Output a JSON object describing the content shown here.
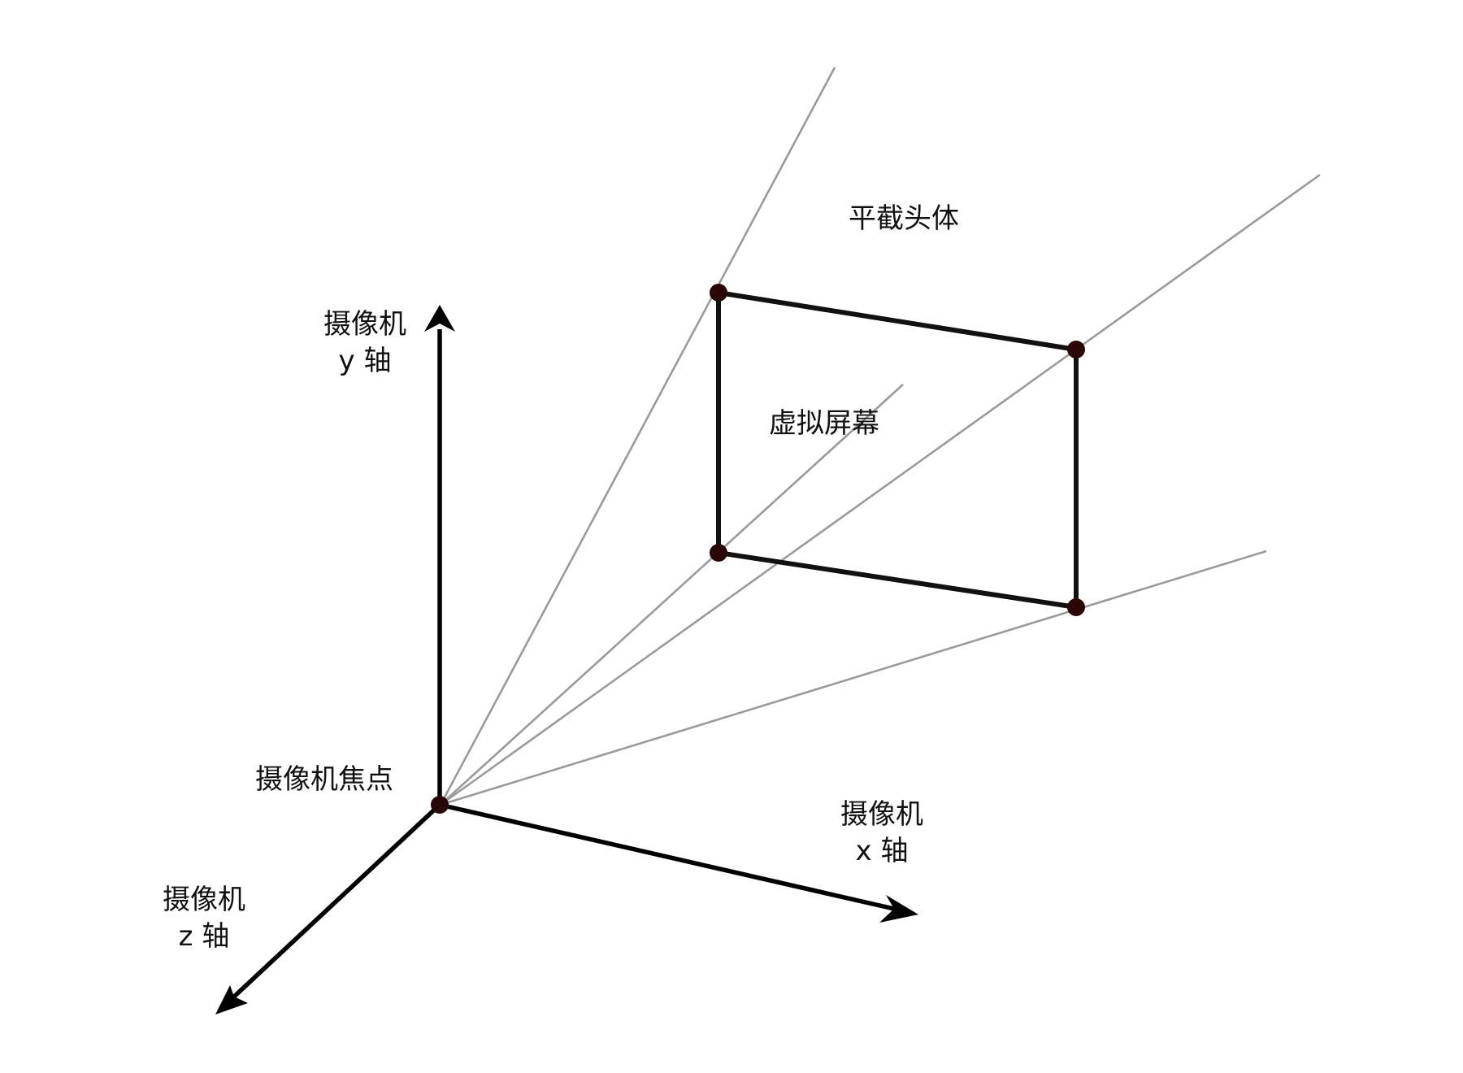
{
  "labels": {
    "frustum": "平截头体",
    "virtual_screen": "虚拟屏幕",
    "focal_point": "摄像机焦点",
    "y_axis": {
      "line1": "摄像机",
      "line2": "y 轴"
    },
    "x_axis": {
      "line1": "摄像机",
      "line2": "x 轴"
    },
    "z_axis": {
      "line1": "摄像机",
      "line2": "z 轴"
    }
  },
  "colors": {
    "rays": "#9a9a9a",
    "edges": "#111111",
    "axes": "#000000",
    "vertices": "#2a0606",
    "background": "#ffffff"
  }
}
